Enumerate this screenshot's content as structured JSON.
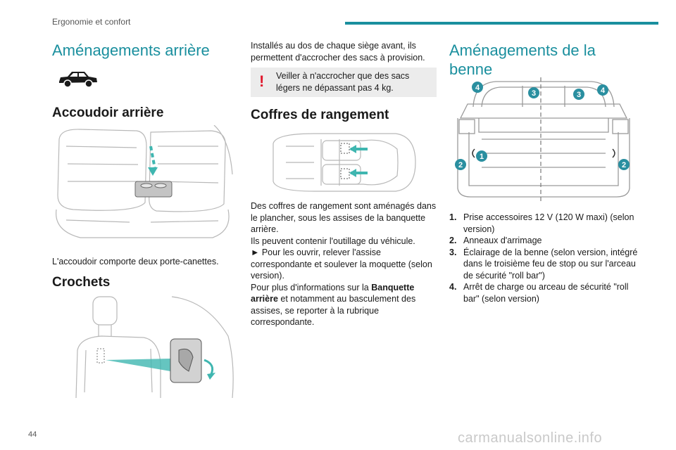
{
  "header": {
    "section": "Ergonomie et confort"
  },
  "footer": {
    "page_number": "44",
    "watermark": "carmanualsonline.info"
  },
  "col1": {
    "title": "Aménagements arrière",
    "armrest_heading": "Accoudoir arrière",
    "armrest_text": "L'accoudoir comporte deux porte-canettes.",
    "hooks_heading": "Crochets"
  },
  "col2": {
    "hooks_text": "Installés au dos de chaque siège avant, ils permettent d'accrocher des sacs à provision.",
    "warning": "Veiller à n'accrocher que des sacs légers ne dépassant pas 4 kg.",
    "storage_heading": "Coffres de rangement",
    "storage_p1": "Des coffres de rangement sont aménagés dans le plancher, sous les assises de la banquette arrière.",
    "storage_p2": "Ils peuvent contenir l'outillage du véhicule.",
    "storage_p3": "► Pour les ouvrir, relever l'assise correspondante et soulever la moquette (selon version).",
    "storage_p4_a": "Pour plus d'informations sur la ",
    "storage_p4_bold": "Banquette arrière",
    "storage_p4_b": " et notamment au basculement des assises, se reporter à la rubrique correspondante."
  },
  "col3": {
    "title": "Aménagements de la benne",
    "callouts": [
      "1",
      "2",
      "3",
      "4"
    ],
    "items": [
      {
        "num": "1.",
        "text": "Prise accessoires 12 V (120 W maxi) (selon version)"
      },
      {
        "num": "2.",
        "text": "Anneaux d'arrimage"
      },
      {
        "num": "3.",
        "text": "Éclairage de la benne (selon version, intégré dans le troisième feu de stop ou sur l'arceau de sécurité \"roll bar\")"
      },
      {
        "num": "4.",
        "text": "Arrêt de charge ou arceau de sécurité \"roll bar\" (selon version)"
      }
    ]
  },
  "colors": {
    "accent": "#1a8f9e",
    "warning": "#e0162b",
    "callout": "#2a8fa0"
  }
}
